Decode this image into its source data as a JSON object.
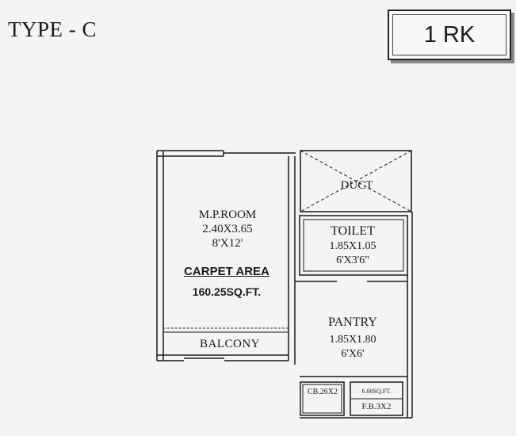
{
  "header": {
    "type_label": "TYPE - C",
    "unit_type": "1 RK"
  },
  "plan": {
    "mp_room": {
      "name": "M.P.ROOM",
      "dim_m": "2.40X3.65",
      "dim_ft": "8'X12'"
    },
    "carpet": {
      "label": "CARPET AREA",
      "value": "160.25SQ.FT."
    },
    "balcony": {
      "name": "BALCONY"
    },
    "duct": {
      "name": "DUCT"
    },
    "toilet": {
      "name": "TOILET",
      "dim_m": "1.85X1.05",
      "dim_ft": "6'X3'6\""
    },
    "pantry": {
      "name": "PANTRY",
      "dim_m": "1.85X1.80",
      "dim_ft": "6'X6'"
    },
    "cb": {
      "label": "CB.26X2"
    },
    "fb": {
      "area": "6.00SQ.FT.",
      "label": "F.B.3X2"
    }
  },
  "colors": {
    "ink": "#1a1a1a",
    "background": "#f4f4f2",
    "dash": "#555555"
  }
}
